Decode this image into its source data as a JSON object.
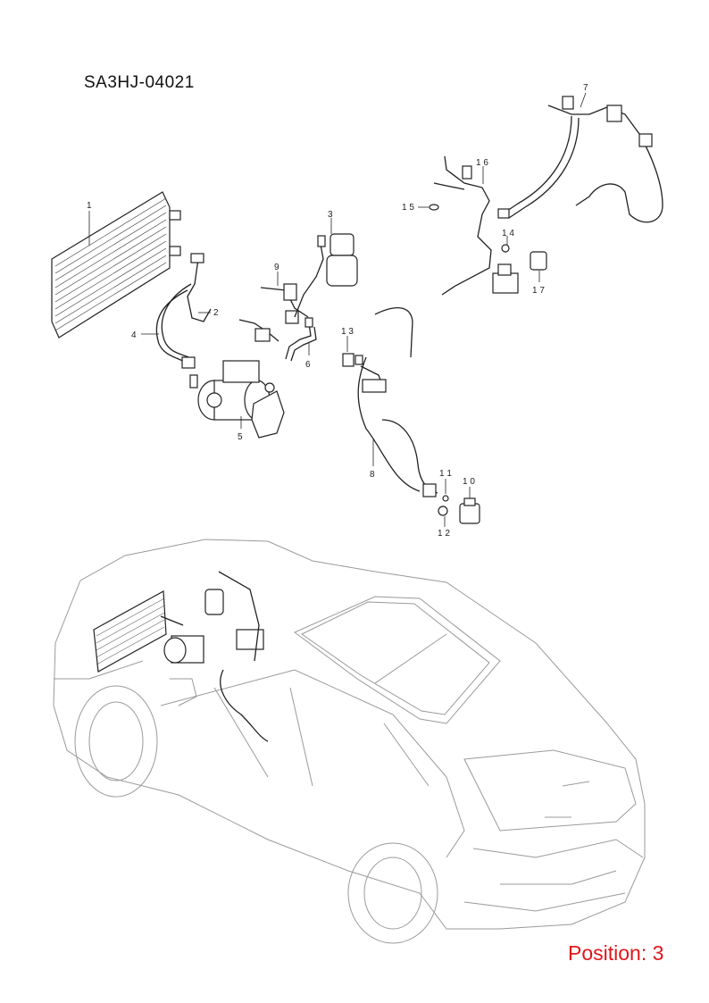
{
  "header": {
    "code": "SA3HJ-04021"
  },
  "footer": {
    "position": "Position: 3"
  },
  "callouts": [
    {
      "id": "1",
      "label": "1"
    },
    {
      "id": "2",
      "label": "2"
    },
    {
      "id": "3",
      "label": "3"
    },
    {
      "id": "4",
      "label": "4"
    },
    {
      "id": "5",
      "label": "5"
    },
    {
      "id": "6",
      "label": "6"
    },
    {
      "id": "7",
      "label": "7"
    },
    {
      "id": "8",
      "label": "8"
    },
    {
      "id": "9",
      "label": "9"
    },
    {
      "id": "10",
      "label": "1 0"
    },
    {
      "id": "11",
      "label": "1 1"
    },
    {
      "id": "12",
      "label": "1 2"
    },
    {
      "id": "13",
      "label": "1 3"
    },
    {
      "id": "14",
      "label": "1 4"
    },
    {
      "id": "15",
      "label": "1 5"
    },
    {
      "id": "16",
      "label": "1 6"
    },
    {
      "id": "17",
      "label": "1 7"
    }
  ]
}
